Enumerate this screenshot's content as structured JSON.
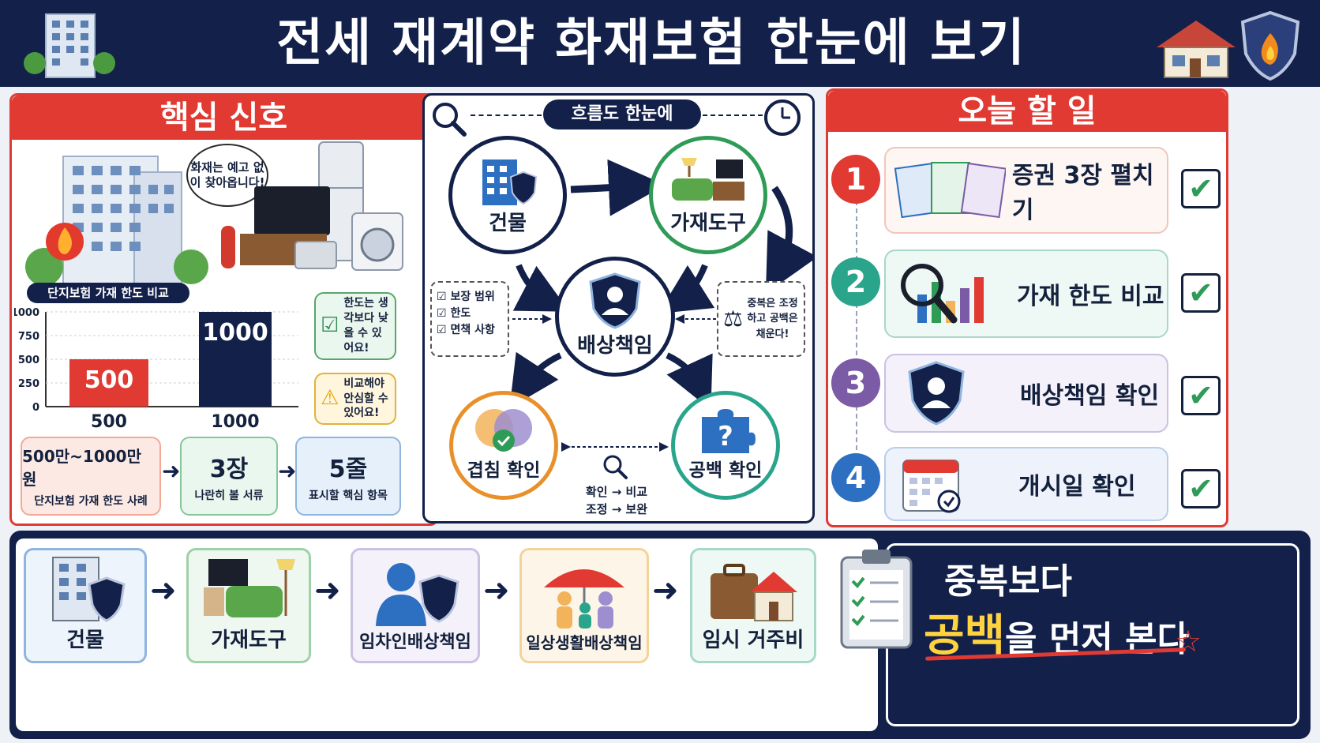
{
  "header": {
    "title": "전세 재계약 화재보험 한눈에 보기"
  },
  "left_panel": {
    "title": "핵심 신호",
    "speech_bubble": "화재는 예고 없이 찾아옵니다!",
    "chart_caption": "단지보험 가재 한도 비교",
    "note_1": "한도는 생각보다 낮을 수 있어요!",
    "note_2": "비교해야 안심할 수 있어요!",
    "chips": [
      {
        "big": "500만~1000만 원",
        "small": "단지보험 가재 한도 사례"
      },
      {
        "big": "3장",
        "small": "나란히 볼 서류"
      },
      {
        "big": "5줄",
        "small": "표시할 핵심 항목"
      }
    ]
  },
  "chart_data": {
    "type": "bar",
    "categories": [
      "500",
      "1000"
    ],
    "values": [
      500,
      1000
    ],
    "data_labels": [
      "500",
      "1000"
    ],
    "ylim": [
      0,
      1000
    ],
    "yticks": [
      "1000",
      "750",
      "500",
      "250",
      "0"
    ],
    "colors": [
      "#e03a33",
      "#12204a"
    ],
    "title": "단지보험 가재 한도 비교",
    "xlabel": "",
    "ylabel": ""
  },
  "flow_panel": {
    "title": "흐름도 한눈에",
    "nodes": {
      "building": "건물",
      "contents": "가재도구",
      "liability": "배상책임",
      "overlap": "겹침 확인",
      "gap": "공백 확인"
    },
    "left_box": [
      "보장 범위",
      "한도",
      "면책 사항"
    ],
    "right_box": "중복은 조정하고 공백은 채운다!",
    "center_note_1": "확인 → 비교",
    "center_note_2": "조정 → 보완"
  },
  "right_panel": {
    "title": "오늘 할 일",
    "steps": [
      {
        "num": "1",
        "text": "증권 3장 펼치기",
        "color": "#e03a33"
      },
      {
        "num": "2",
        "text": "가재 한도 비교",
        "color": "#2aa58c"
      },
      {
        "num": "3",
        "text": "배상책임 확인",
        "color": "#7b5aa6"
      },
      {
        "num": "4",
        "text": "개시일 확인",
        "color": "#2d6fc0"
      }
    ]
  },
  "bottom": {
    "items": [
      "건물",
      "가재도구",
      "임차인배상책임",
      "일상생활배상책임",
      "임시 거주비"
    ],
    "slogan_line1": "중복보다",
    "slogan_highlight": "공백",
    "slogan_line2_rest": "을 먼저 본다"
  }
}
